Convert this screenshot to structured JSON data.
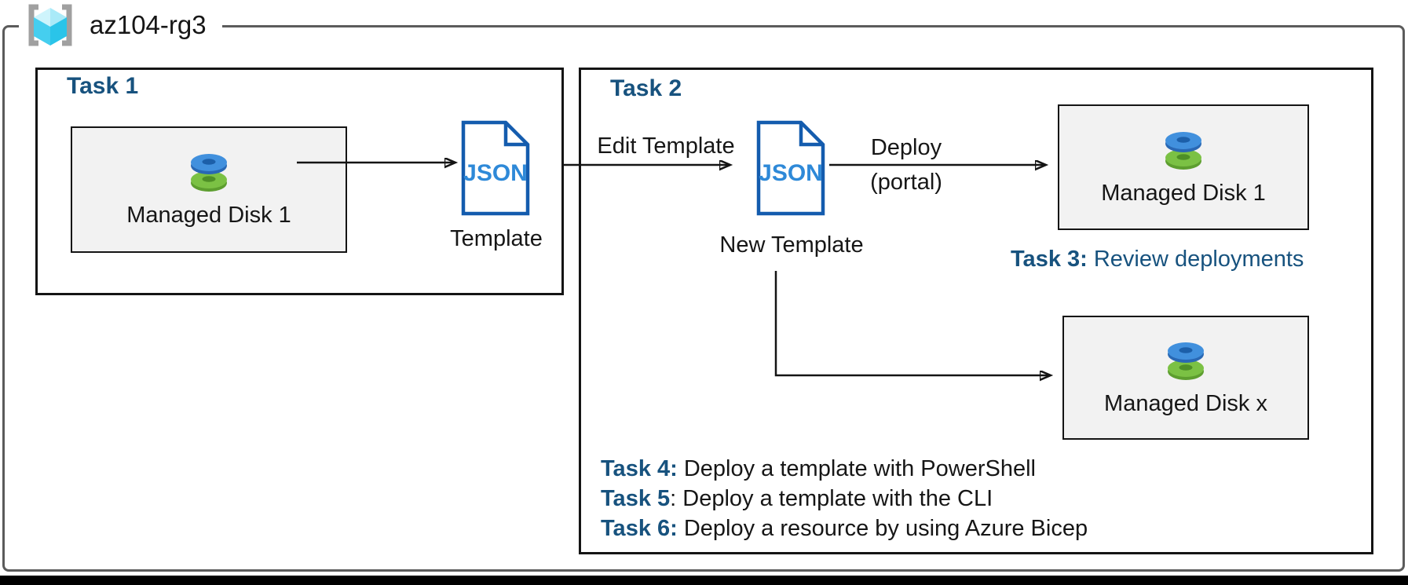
{
  "resource_group": {
    "name": "az104-rg3",
    "icon": "azure-resource-group-icon"
  },
  "colors": {
    "task_title_blue": "#17527E",
    "frame_border": "#141414",
    "group_border": "#5B5B5B",
    "resource_box_fill": "#F2F2F2",
    "json_icon_stroke": "#145CAE",
    "json_icon_text": "#2E89D8",
    "disk_blue": "#4190DD",
    "disk_green": "#7BC144"
  },
  "task1": {
    "title": "Task 1",
    "disk_box": {
      "label": "Managed Disk 1",
      "icon": "managed-disk-icon"
    },
    "template": {
      "icon_text": "JSON",
      "label": "Template"
    }
  },
  "task2": {
    "title": "Task 2",
    "edit_arrow_label": "Edit Template",
    "template": {
      "icon_text": "JSON",
      "label": "New Template"
    },
    "deploy_arrow_label_line1": "Deploy",
    "deploy_arrow_label_line2": "(portal)",
    "disk_box_1": {
      "label": "Managed Disk 1",
      "icon": "managed-disk-icon"
    },
    "disk_box_x": {
      "label": "Managed Disk x",
      "icon": "managed-disk-icon"
    },
    "task3": {
      "label": "Task 3:",
      "text": " Review deployments"
    },
    "task_list": [
      {
        "label": "Task 4:",
        "text": " Deploy a template with PowerShell"
      },
      {
        "label": "Task 5",
        "text": ": Deploy a template with the CLI"
      },
      {
        "label": "Task 6:",
        "text": " Deploy a resource by using Azure Bicep"
      }
    ]
  }
}
